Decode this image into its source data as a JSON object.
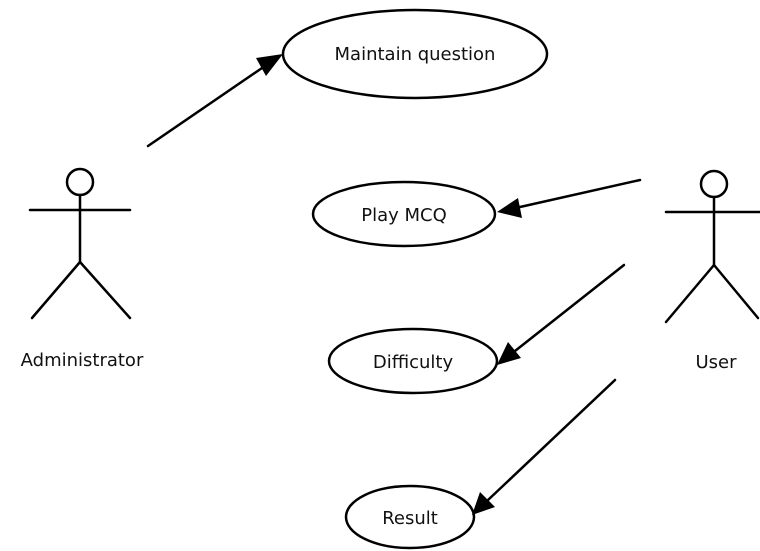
{
  "actors": [
    {
      "id": "administrator",
      "label": "Administrator"
    },
    {
      "id": "user",
      "label": "User"
    }
  ],
  "use_cases": [
    {
      "id": "maintain-question",
      "label": "Maintain question"
    },
    {
      "id": "play-mcq",
      "label": "Play MCQ"
    },
    {
      "id": "difficulty",
      "label": "Difficulty"
    },
    {
      "id": "result",
      "label": "Result"
    }
  ],
  "associations": [
    {
      "from": "administrator",
      "to": "maintain-question"
    },
    {
      "from": "user",
      "to": "play-mcq"
    },
    {
      "from": "user",
      "to": "difficulty"
    },
    {
      "from": "user",
      "to": "result"
    }
  ],
  "colors": {
    "line": "#000000",
    "background": "#ffffff"
  }
}
